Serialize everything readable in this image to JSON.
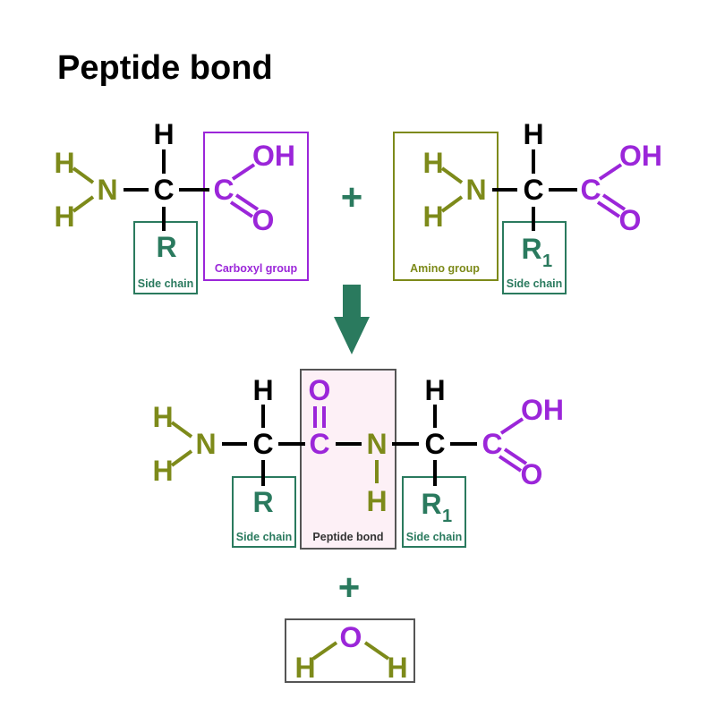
{
  "title": "Peptide bond",
  "atoms": {
    "H": "H",
    "N": "N",
    "C": "C",
    "O": "O",
    "OH": "OH",
    "R": "R",
    "R1_base": "R",
    "R1_sub": "1"
  },
  "labels": {
    "side_chain": "Side chain",
    "carboxyl_group": "Carboxyl group",
    "amino_group": "Amino group",
    "peptide_bond": "Peptide bond"
  },
  "symbols": {
    "plus": "+"
  },
  "colors": {
    "element_h_n": "#7d8a1a",
    "element_c": "#000000",
    "element_o": "#9b26d9",
    "side_chain_box": "#2a7a5e",
    "amino_box": "#7d8a1a",
    "carboxyl_box": "#9b26d9",
    "peptide_box_fill": "#fdf0f6",
    "arrow": "#2a7a5e"
  }
}
